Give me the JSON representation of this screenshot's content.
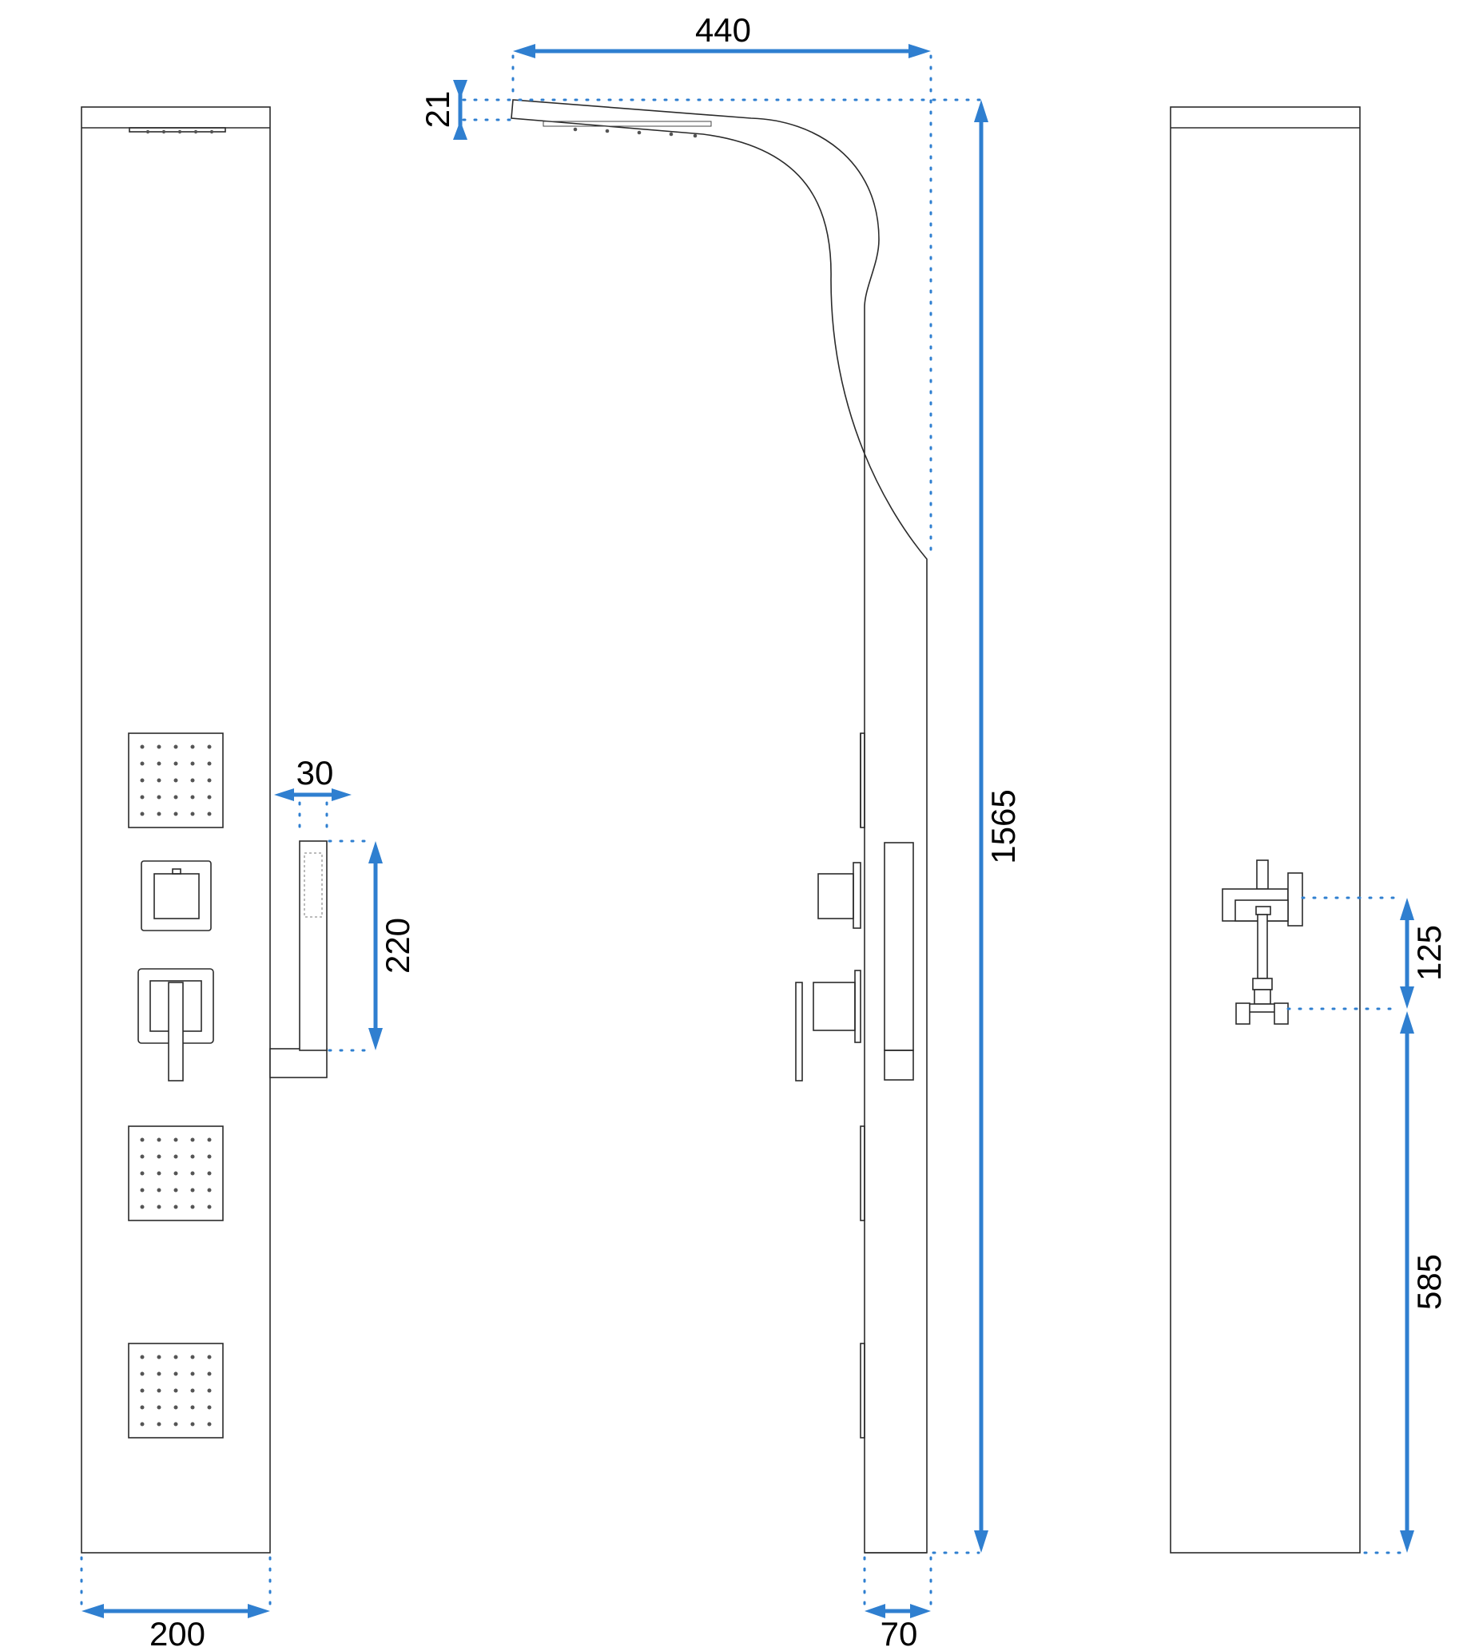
{
  "colors": {
    "dimension": "#2f7fd0",
    "outline": "#2b2b2b",
    "background": "#ffffff"
  },
  "dimensions": {
    "width_front": "200",
    "depth": "70",
    "overhead_reach": "440",
    "head_thickness": "21",
    "total_height": "1565",
    "hand_shower_width": "30",
    "hand_shower_length": "220",
    "outlet_spacing": "125",
    "outlet_height": "585"
  }
}
